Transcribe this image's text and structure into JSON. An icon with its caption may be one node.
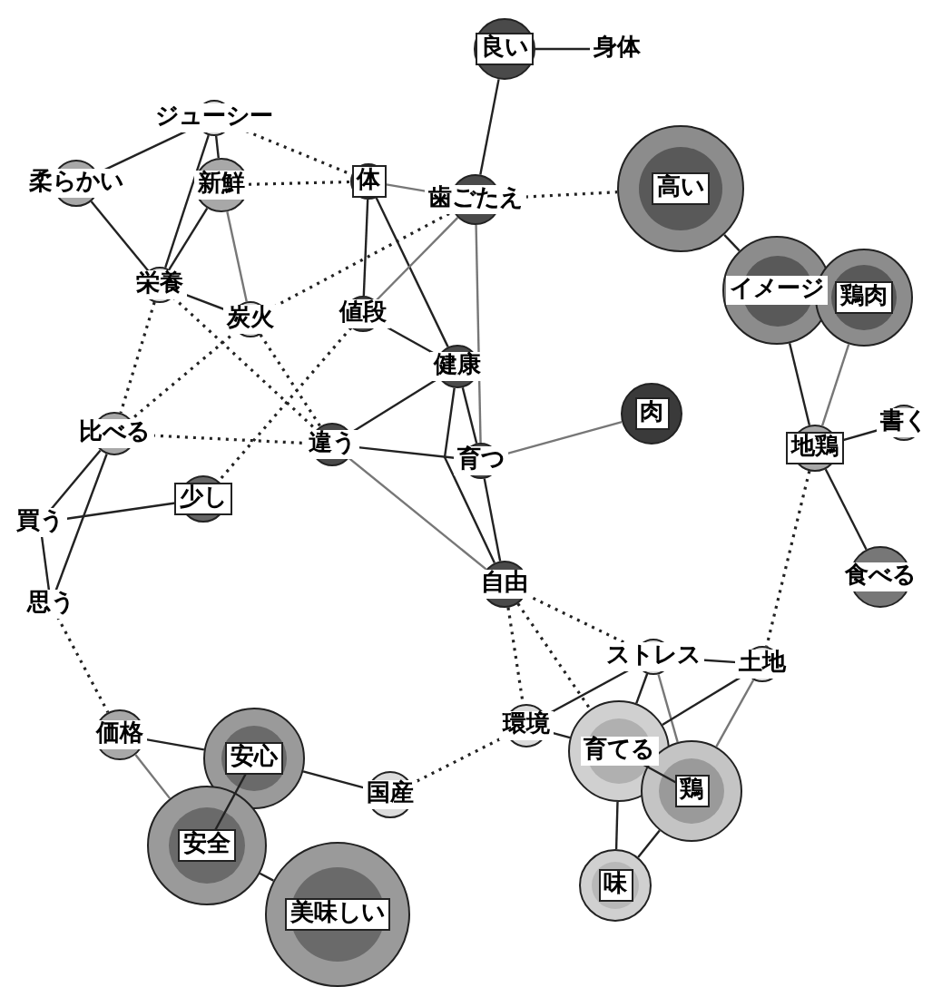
{
  "diagram": {
    "nodes": [
      {
        "text": [
          "良い"
        ]
      },
      {
        "text": [
          "身体"
        ]
      },
      {
        "text": [
          "ジューシー"
        ]
      },
      {
        "text": [
          "柔らかい"
        ]
      },
      {
        "text": [
          "新鮮"
        ]
      },
      {
        "text": [
          "体"
        ]
      },
      {
        "text": [
          "歯ごたえ"
        ]
      },
      {
        "text": [
          "高い"
        ]
      },
      {
        "text": [
          "イメージ"
        ]
      },
      {
        "text": [
          "鶏肉"
        ]
      },
      {
        "text": [
          "栄養"
        ]
      },
      {
        "text": [
          "炭火"
        ]
      },
      {
        "text": [
          "値段"
        ]
      },
      {
        "text": [
          "健康"
        ]
      },
      {
        "text": [
          "肉"
        ]
      },
      {
        "text": [
          "比べる"
        ]
      },
      {
        "text": [
          "違う"
        ]
      },
      {
        "text": [
          "育つ"
        ]
      },
      {
        "text": [
          "書く"
        ]
      },
      {
        "text": [
          "地鶏"
        ]
      },
      {
        "text": [
          "少し"
        ]
      },
      {
        "text": [
          "買う"
        ]
      },
      {
        "text": [
          "思う"
        ]
      },
      {
        "text": [
          "食べる"
        ]
      },
      {
        "text": [
          "自由"
        ]
      },
      {
        "text": [
          "ストレス"
        ]
      },
      {
        "text": [
          "土地"
        ]
      },
      {
        "text": [
          "価格"
        ]
      },
      {
        "text": [
          "環境"
        ]
      },
      {
        "text": [
          "安心"
        ]
      },
      {
        "text": [
          "育てる"
        ]
      },
      {
        "text": [
          "鶏"
        ]
      },
      {
        "text": [
          "国産"
        ]
      },
      {
        "text": [
          "安全"
        ]
      },
      {
        "text": [
          "味"
        ]
      },
      {
        "text": [
          "美味しい"
        ]
      }
    ],
    "edges": [
      {
        "from": 0,
        "to": 1,
        "arrow": "none"
      },
      {
        "from": 0,
        "to": 6,
        "arrow": "none"
      },
      {
        "from": 2,
        "to": 3,
        "arrow": "none"
      },
      {
        "from": 2,
        "to": 4,
        "arrow": "none"
      },
      {
        "from": 2,
        "to": 10,
        "arrow": "none"
      },
      {
        "from": 4,
        "to": 10,
        "arrow": "none"
      },
      {
        "from": 2,
        "to": 5,
        "arrow": "none",
        "style": "dashed"
      },
      {
        "from": 3,
        "to": 10,
        "arrow": "none"
      },
      {
        "from": 4,
        "to": 5,
        "arrow": "none",
        "style": "dashed"
      },
      {
        "from": 4,
        "to": 11,
        "arrow": "none",
        "color": "#777777"
      },
      {
        "from": 10,
        "to": 11,
        "arrow": "none"
      },
      {
        "from": 10,
        "to": 15,
        "arrow": "none",
        "style": "dashed"
      },
      {
        "from": 10,
        "to": 16,
        "arrow": "none",
        "style": "dashed"
      },
      {
        "from": 11,
        "to": 16,
        "arrow": "none",
        "style": "dashed"
      },
      {
        "from": 11,
        "to": 15,
        "arrow": "none",
        "style": "dashed"
      },
      {
        "from": 11,
        "to": 6,
        "arrow": "none",
        "style": "dashed"
      },
      {
        "from": 5,
        "to": 6,
        "arrow": "none",
        "color": "#777777"
      },
      {
        "from": 5,
        "to": 12,
        "arrow": "none"
      },
      {
        "from": 5,
        "to": 13,
        "arrow": "none"
      },
      {
        "from": 6,
        "to": 12,
        "arrow": "none",
        "color": "#777777"
      },
      {
        "from": 6,
        "to": 17,
        "arrow": "none",
        "color": "#777777"
      },
      {
        "from": 6,
        "to": 7,
        "arrow": "none",
        "style": "dashed"
      },
      {
        "from": 12,
        "to": 13,
        "arrow": "none"
      },
      {
        "from": 12,
        "to": 20,
        "arrow": "none",
        "style": "dashed"
      },
      {
        "from": 13,
        "to": 16,
        "arrow": "none"
      },
      {
        "from": 13,
        "to": 24,
        "arrow": "none"
      },
      {
        "from": 13,
        "to": 17,
        "arrow": "none"
      },
      {
        "from": 16,
        "to": 17,
        "arrow": "none"
      },
      {
        "from": 16,
        "to": 24,
        "arrow": "none",
        "color": "#777777"
      },
      {
        "from": 17,
        "to": 14,
        "arrow": "none",
        "color": "#777777"
      },
      {
        "from": 17,
        "to": 24,
        "arrow": "none"
      },
      {
        "from": 15,
        "to": 16,
        "arrow": "none",
        "style": "dashed"
      },
      {
        "from": 15,
        "to": 21,
        "arrow": "none"
      },
      {
        "from": 15,
        "to": 22,
        "arrow": "none"
      },
      {
        "from": 21,
        "to": 20,
        "arrow": "none"
      },
      {
        "from": 21,
        "to": 22,
        "arrow": "none"
      },
      {
        "from": 22,
        "to": 27,
        "arrow": "none",
        "style": "dashed"
      },
      {
        "from": 7,
        "to": 8,
        "arrow": "none"
      },
      {
        "from": 8,
        "to": 19,
        "arrow": "none"
      },
      {
        "from": 9,
        "to": 19,
        "arrow": "none",
        "color": "#777777"
      },
      {
        "from": 19,
        "to": 18,
        "arrow": "none"
      },
      {
        "from": 19,
        "to": 23,
        "arrow": "none"
      },
      {
        "from": 19,
        "to": 26,
        "arrow": "none",
        "style": "dashed"
      },
      {
        "from": 24,
        "to": 25,
        "arrow": "none",
        "style": "dashed"
      },
      {
        "from": 24,
        "to": 28,
        "arrow": "none",
        "style": "dashed"
      },
      {
        "from": 24,
        "to": 30,
        "arrow": "none",
        "style": "dashed"
      },
      {
        "from": 25,
        "to": 26,
        "arrow": "none"
      },
      {
        "from": 25,
        "to": 28,
        "arrow": "none"
      },
      {
        "from": 25,
        "to": 30,
        "arrow": "none"
      },
      {
        "from": 25,
        "to": 31,
        "arrow": "none",
        "color": "#777777"
      },
      {
        "from": 26,
        "to": 30,
        "arrow": "none"
      },
      {
        "from": 26,
        "to": 31,
        "arrow": "none",
        "color": "#777777"
      },
      {
        "from": 28,
        "to": 30,
        "arrow": "none"
      },
      {
        "from": 28,
        "to": 32,
        "arrow": "none",
        "style": "dashed"
      },
      {
        "from": 30,
        "to": 34,
        "arrow": "none"
      },
      {
        "from": 30,
        "to": 31,
        "arrow": "none"
      },
      {
        "from": 31,
        "to": 34,
        "arrow": "none"
      },
      {
        "from": 27,
        "to": 29,
        "arrow": "none"
      },
      {
        "from": 27,
        "to": 33,
        "arrow": "none",
        "color": "#777777"
      },
      {
        "from": 29,
        "to": 32,
        "arrow": "none"
      },
      {
        "from": 29,
        "to": 33,
        "arrow": "none"
      },
      {
        "from": 33,
        "to": 35,
        "arrow": "none"
      }
    ]
  }
}
